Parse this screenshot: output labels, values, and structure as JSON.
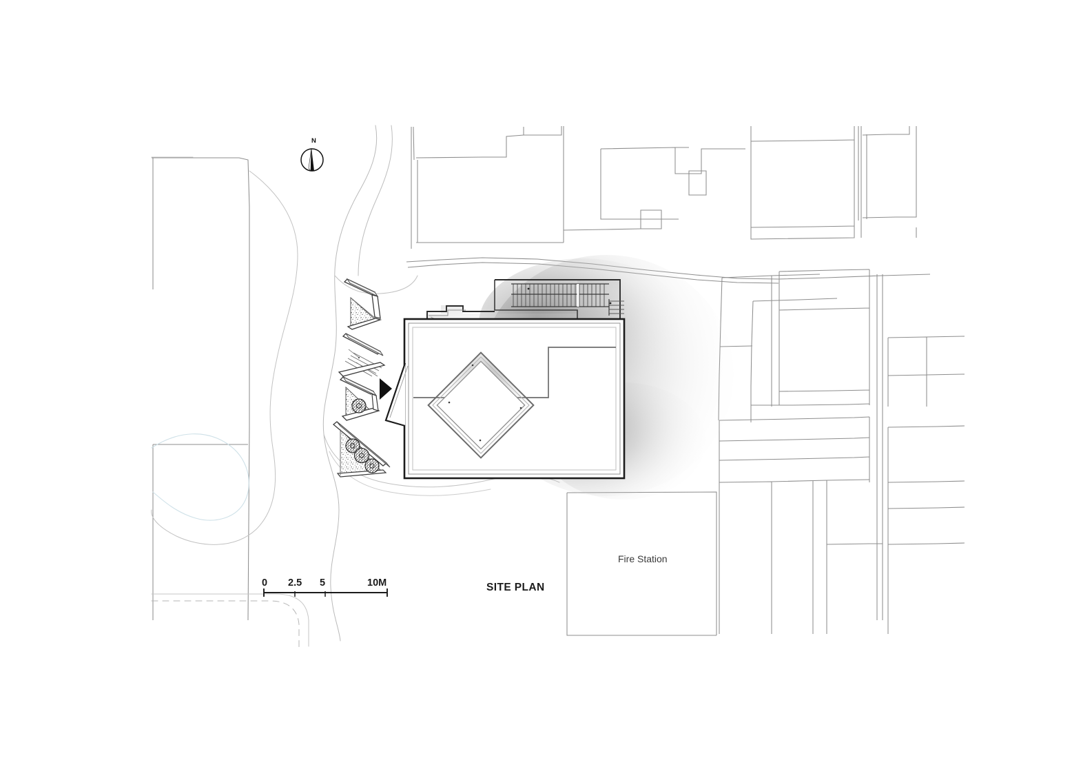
{
  "drawing": {
    "title": "SITE PLAN",
    "type": "architectural-site-plan",
    "sheet_background": "#ffffff",
    "ink_color": "#1b1b1b",
    "context_line_color": "#8d8d8d"
  },
  "labels": {
    "site_plan": "SITE PLAN",
    "fire_station": "Fire Station"
  },
  "north_arrow": {
    "letter": "N"
  },
  "scale_bar": {
    "ticks": [
      "0",
      "2.5",
      "5",
      "10M"
    ],
    "unit": "M",
    "max": 10
  },
  "chart_data": {
    "type": "table",
    "title": "SITE PLAN",
    "categories": [
      "scale-0",
      "scale-2.5",
      "scale-5",
      "scale-10M"
    ],
    "values": [
      0,
      2.5,
      5,
      10
    ],
    "xlabel": "metres",
    "ylabel": "",
    "annotations": [
      "Fire Station",
      "N"
    ]
  },
  "elements": {
    "main_building": "subject-building-double-wall-rectangle",
    "courtyard": "rotated-square-courtyard",
    "entrance_marker": "solid-black-triangle",
    "terraces": "zigzag-retaining-terraces",
    "planting": "stippled-gravel-beds",
    "trees": "tree-canopy-symbols",
    "stairs": "stair-runs",
    "shadow": "building-drop-shadow",
    "contours": "site-contour-lines",
    "context": "neighbouring-buildings-outline"
  }
}
